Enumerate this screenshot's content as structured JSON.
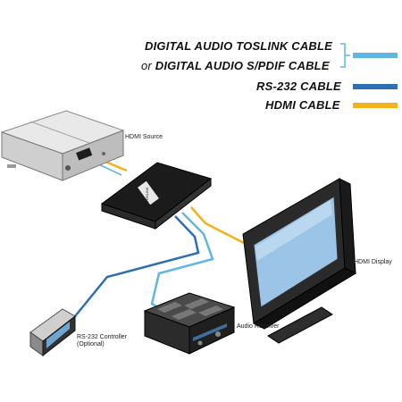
{
  "legend": {
    "toslink_label": "DIGITAL AUDIO TOSLINK CABLE",
    "or_prefix": "or",
    "spdif_label": "DIGITAL AUDIO S/PDIF CABLE",
    "rs232_label": "RS-232 CABLE",
    "hdmi_label": "HDMI CABLE",
    "colors": {
      "audio": "#5fb6e3",
      "rs232": "#2e6fb3",
      "hdmi": "#f2b21b"
    }
  },
  "devices": {
    "hdmi_source": "HDMI Source",
    "hdmi_display": "HDMI Display",
    "audio_receiver": "Audio Receiver",
    "rs232_controller_line1": "RS-232 Controller",
    "rs232_controller_line2": "(Optional)",
    "extractor_badge": "TOSLINK"
  }
}
